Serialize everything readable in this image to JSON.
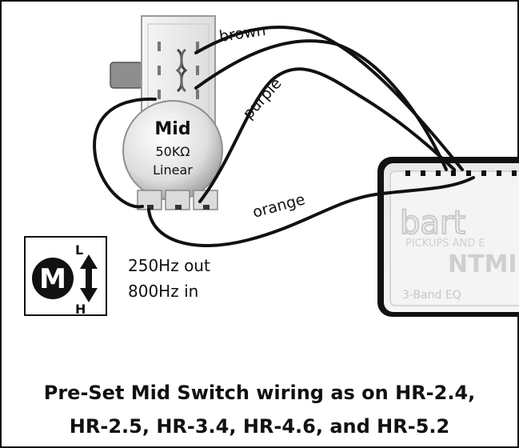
{
  "wires": {
    "brown": "brown",
    "purple": "purple",
    "orange": "orange"
  },
  "pot": {
    "name": "Mid",
    "value": "50KΩ",
    "taper": "Linear"
  },
  "eq_module": {
    "brand": "bart",
    "subtitle": "PICKUPS AND E",
    "model": "NTMI",
    "band": "3-Band EQ"
  },
  "switch_icon": {
    "letter": "M",
    "top": "L",
    "bottom": "H"
  },
  "frequencies": {
    "line1": "250Hz out",
    "line2": "800Hz in"
  },
  "caption": {
    "line1": "Pre-Set Mid Switch wiring as on HR-2.4,",
    "line2": "HR-2.5, HR-3.4, HR-4.6, and HR-5.2"
  },
  "colors": {
    "wire": "#111111",
    "pot_body": "#e6e6e6",
    "module_border": "#111111"
  }
}
